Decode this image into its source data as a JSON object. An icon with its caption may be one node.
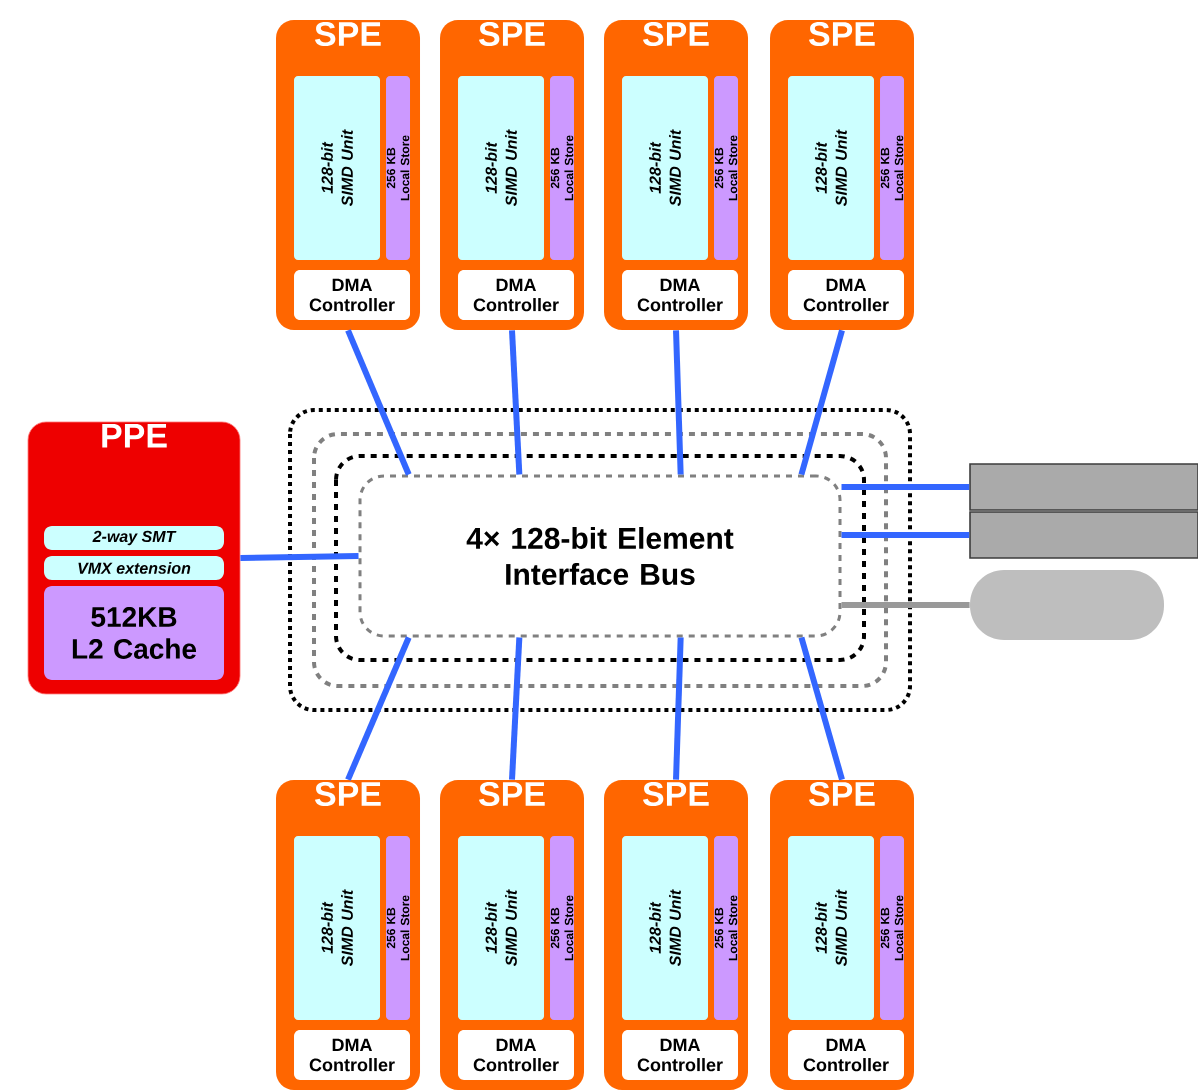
{
  "diagram": {
    "nodes": [
      {
        "text": [
          "SPE"
        ]
      },
      {
        "text": [
          "128-bit SIMD Unit"
        ],
        "in": 0
      },
      {
        "text": [
          "256 KB Local Store"
        ],
        "in": 0
      },
      {
        "text": [
          "DMA Controller"
        ],
        "in": 0
      },
      {
        "text": [
          "SPE"
        ]
      },
      {
        "text": [
          "128-bit SIMD Unit"
        ],
        "in": 4
      },
      {
        "text": [
          "256 KB Local Store"
        ],
        "in": 4
      },
      {
        "text": [
          "DMA Controller"
        ],
        "in": 4
      },
      {
        "text": [
          "SPE"
        ]
      },
      {
        "text": [
          "128-bit SIMD Unit"
        ],
        "in": 8
      },
      {
        "text": [
          "256 KB Local Store"
        ],
        "in": 8
      },
      {
        "text": [
          "DMA Controller"
        ],
        "in": 8
      },
      {
        "text": [
          "SPE"
        ]
      },
      {
        "text": [
          "128-bit SIMD Unit"
        ],
        "in": 12
      },
      {
        "text": [
          "256 KB Local Store"
        ],
        "in": 12
      },
      {
        "text": [
          "DMA Controller"
        ],
        "in": 12
      },
      {
        "text": [
          "PPE"
        ]
      },
      {
        "text": [
          "2-way SMT"
        ],
        "in": 16
      },
      {
        "text": [
          "VMX extension"
        ],
        "in": 16
      },
      {
        "text": [
          "512KB L2 Cache"
        ],
        "in": 16
      },
      {
        "text": [
          "4× 128-bit Element Interface Bus"
        ]
      },
      {
        "text": [],
        "shape": "box"
      },
      {
        "text": [],
        "shape": "box"
      },
      {
        "text": [],
        "shape": "pill"
      },
      {
        "text": [
          "SPE"
        ]
      },
      {
        "text": [
          "128-bit SIMD Unit"
        ],
        "in": 24
      },
      {
        "text": [
          "256 KB Local Store"
        ],
        "in": 24
      },
      {
        "text": [
          "DMA Controller"
        ],
        "in": 24
      },
      {
        "text": [
          "SPE"
        ]
      },
      {
        "text": [
          "128-bit SIMD Unit"
        ],
        "in": 28
      },
      {
        "text": [
          "256 KB Local Store"
        ],
        "in": 28
      },
      {
        "text": [
          "DMA Controller"
        ],
        "in": 28
      },
      {
        "text": [
          "SPE"
        ]
      },
      {
        "text": [
          "128-bit SIMD Unit"
        ],
        "in": 32
      },
      {
        "text": [
          "256 KB Local Store"
        ],
        "in": 32
      },
      {
        "text": [
          "DMA Controller"
        ],
        "in": 32
      },
      {
        "text": [
          "SPE"
        ]
      },
      {
        "text": [
          "128-bit SIMD Unit"
        ],
        "in": 36
      },
      {
        "text": [
          "256 KB Local Store"
        ],
        "in": 36
      },
      {
        "text": [
          "DMA Controller"
        ],
        "in": 36
      }
    ],
    "edges": [
      {
        "from": 0,
        "to": 20,
        "arrow": "none"
      },
      {
        "from": 4,
        "to": 20,
        "arrow": "none"
      },
      {
        "from": 8,
        "to": 20,
        "arrow": "none"
      },
      {
        "from": 12,
        "to": 20,
        "arrow": "none"
      },
      {
        "from": 24,
        "to": 20,
        "arrow": "none"
      },
      {
        "from": 28,
        "to": 20,
        "arrow": "none"
      },
      {
        "from": 32,
        "to": 20,
        "arrow": "none"
      },
      {
        "from": 36,
        "to": 20,
        "arrow": "none"
      },
      {
        "from": 16,
        "to": 20,
        "arrow": "none"
      },
      {
        "from": 20,
        "to": 21,
        "arrow": "none"
      },
      {
        "from": 20,
        "to": 22,
        "arrow": "none"
      },
      {
        "from": 20,
        "to": 23,
        "arrow": "none",
        "color": "#999999"
      }
    ]
  }
}
